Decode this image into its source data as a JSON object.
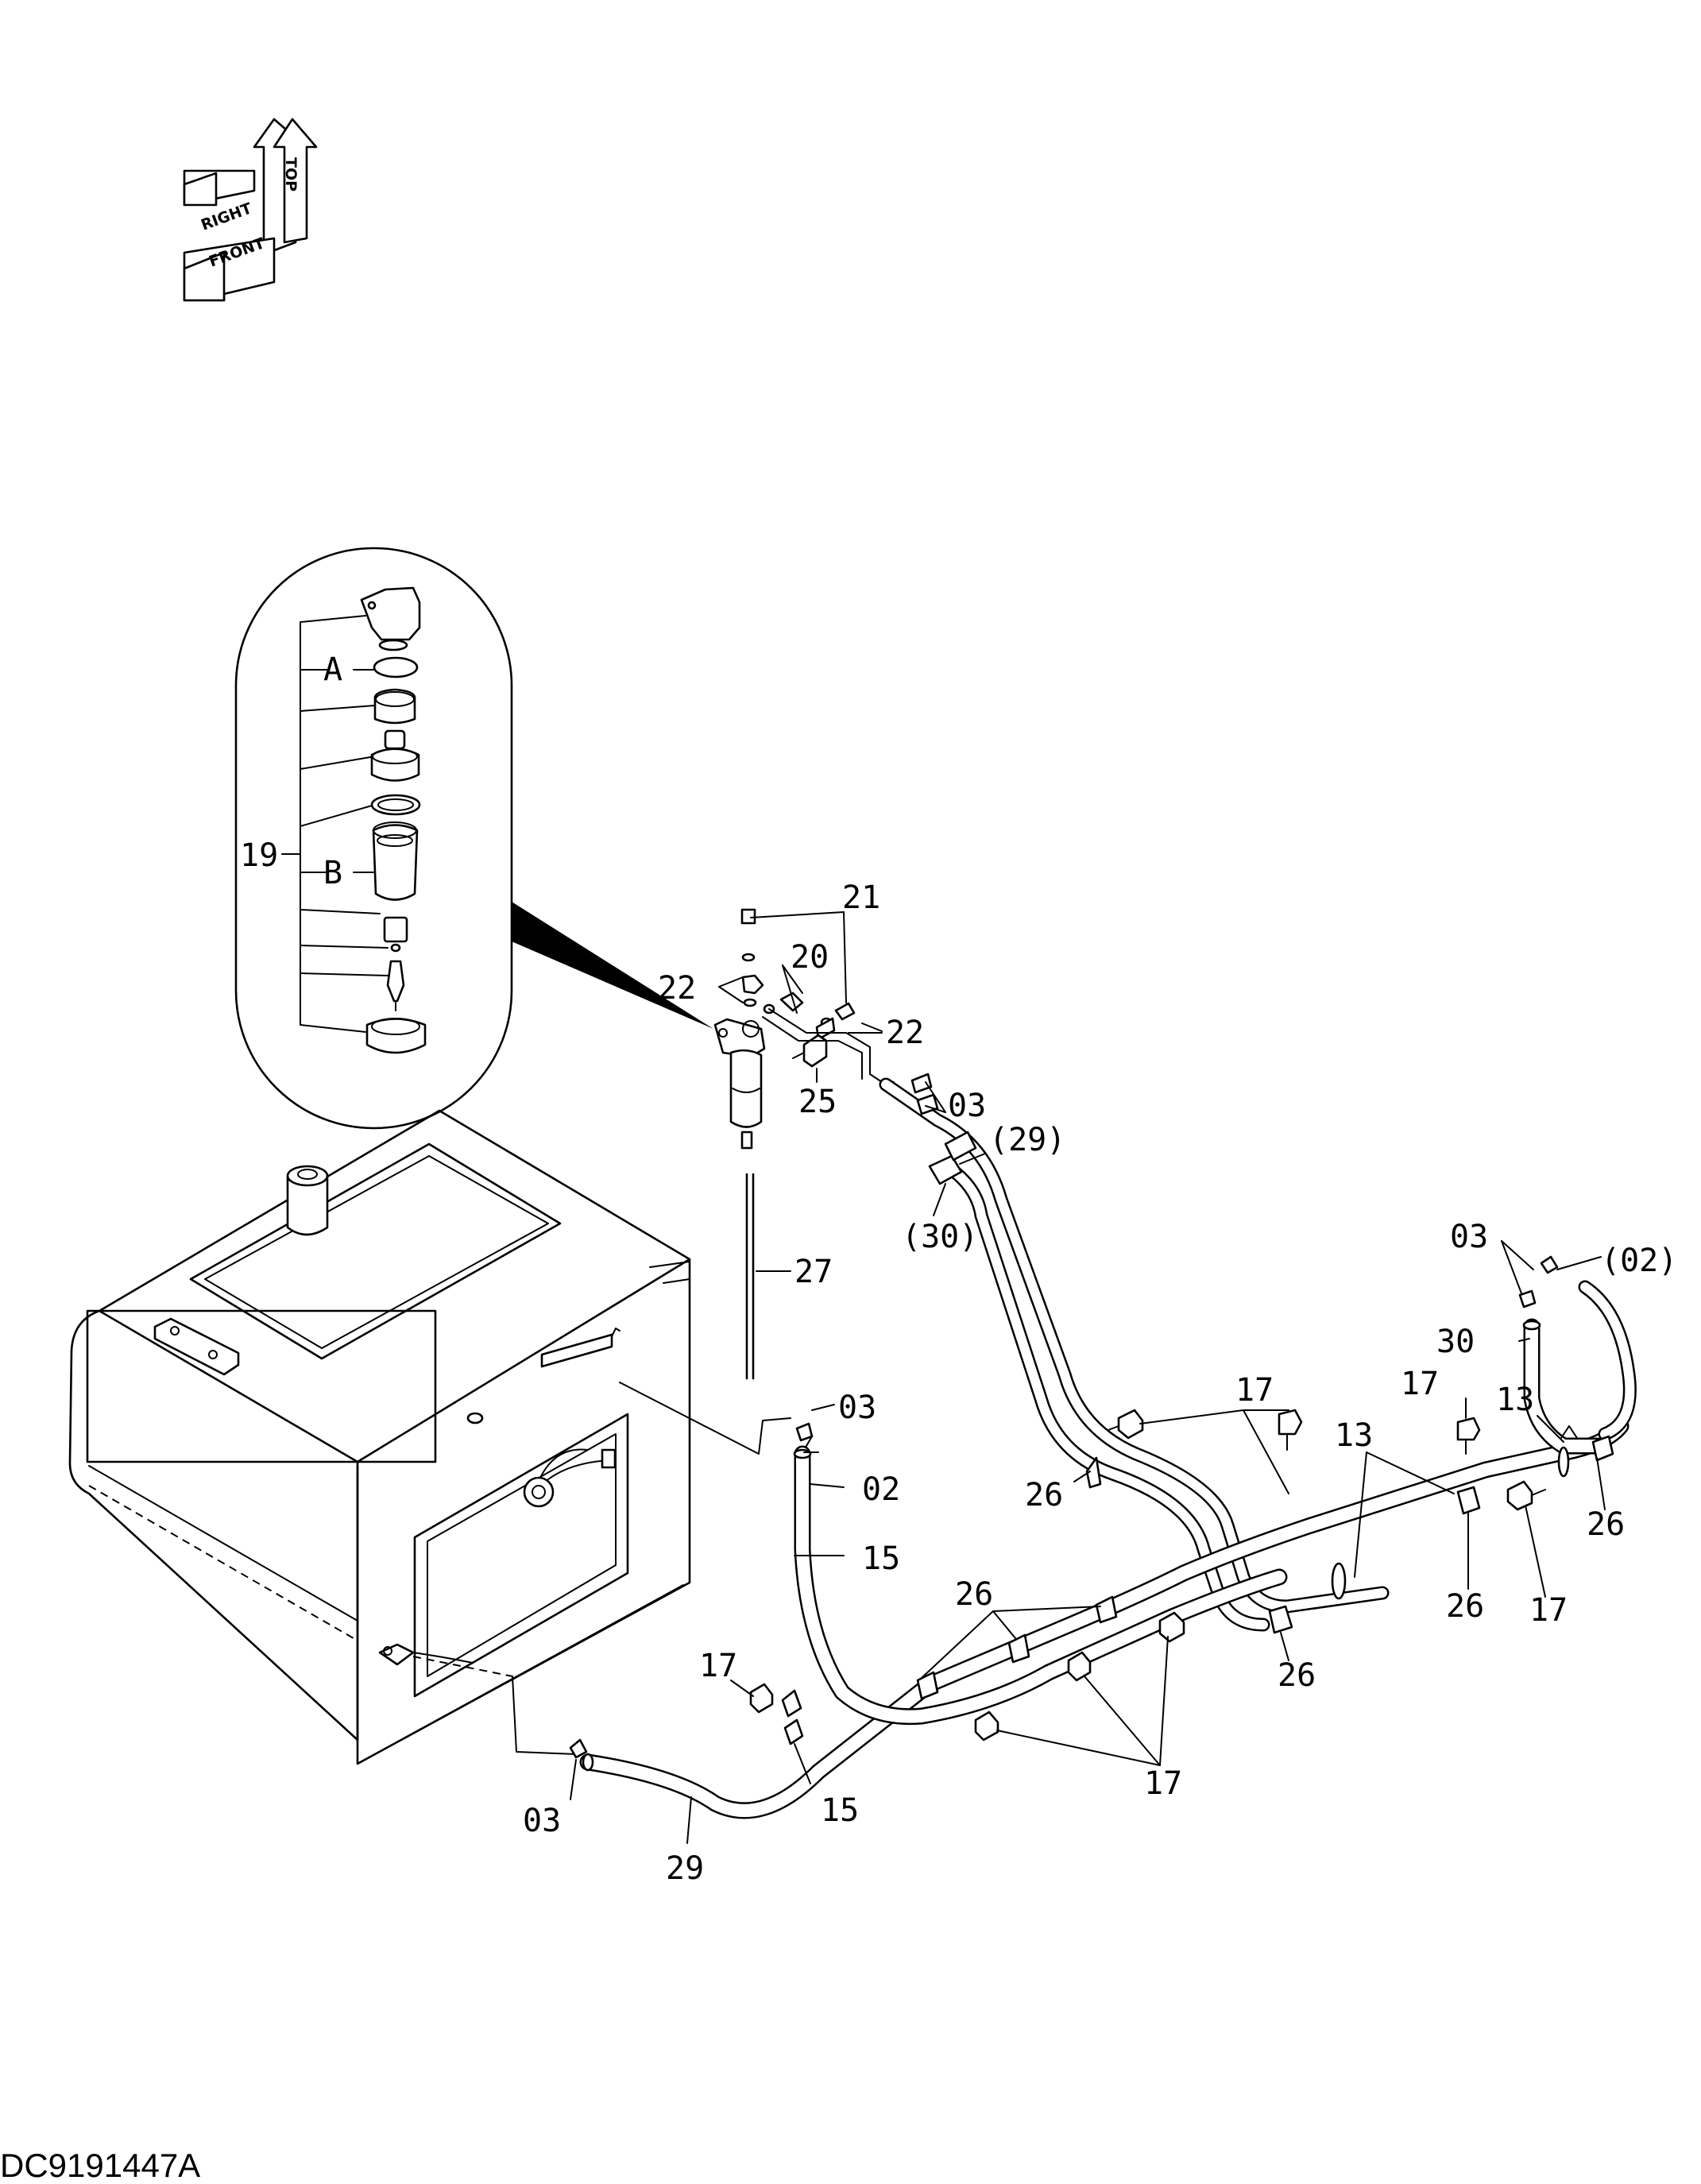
{
  "drawing_id": "DC9191447A",
  "orientation": {
    "top": "TOP",
    "right": "RIGHT",
    "front": "FRONT"
  },
  "detail_letters": {
    "a": "A",
    "b": "B"
  },
  "callouts": {
    "p19": "19",
    "p21": "21",
    "p22a": "22",
    "p22b": "22",
    "p20": "20",
    "p25": "25",
    "p03a": "03",
    "p29ref": "(29)",
    "p30ref": "(30)",
    "p27": "27",
    "p03b": "03",
    "p02": "02",
    "p15a": "15",
    "p03c": "03",
    "p02ref": "(02)",
    "p30": "30",
    "p17a": "17",
    "p17b": "17",
    "p13a": "13",
    "p13b": "13",
    "p26a": "26",
    "p26b": "26",
    "p26c": "26",
    "p26d": "26",
    "p26e": "26",
    "p17c": "17",
    "p17d": "17",
    "p17e": "17",
    "p15b": "15",
    "p03d": "03",
    "p29": "29"
  }
}
